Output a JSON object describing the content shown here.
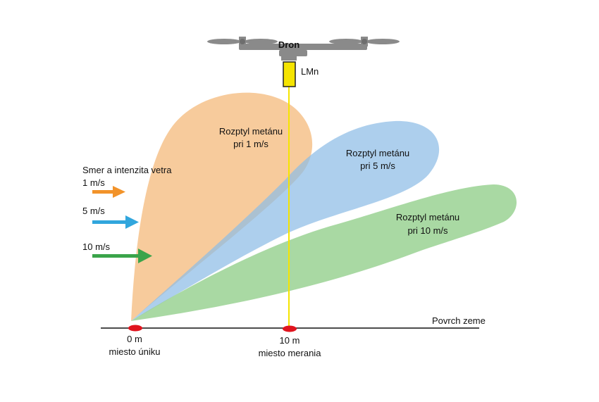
{
  "drone": {
    "label": "Dron"
  },
  "sensor": {
    "label": "LMn"
  },
  "plumes": [
    {
      "line1": "Rozptyl metánu",
      "line2": "pri 1 m/s",
      "color": "#f6c28b"
    },
    {
      "line1": "Rozptyl metánu",
      "line2": "pri 5 m/s",
      "color": "#8dbde6"
    },
    {
      "line1": "Rozptyl metánu",
      "line2": "pri 10 m/s",
      "color": "#8ccc84"
    }
  ],
  "wind": {
    "title": "Smer a intenzita vetra",
    "items": [
      {
        "label": "1 m/s",
        "color": "#f2932a"
      },
      {
        "label": "5 m/s",
        "color": "#31a6dd"
      },
      {
        "label": "10 m/s",
        "color": "#3aa44a"
      }
    ]
  },
  "ground": {
    "label": "Povrch zeme"
  },
  "points": [
    {
      "distance": "0 m",
      "caption": "miesto úniku",
      "color": "#e0141e"
    },
    {
      "distance": "10 m",
      "caption": "miesto merania",
      "color": "#e0141e"
    }
  ],
  "colors": {
    "measure_line": "#f5e400",
    "drone": "#8a8a8a"
  }
}
